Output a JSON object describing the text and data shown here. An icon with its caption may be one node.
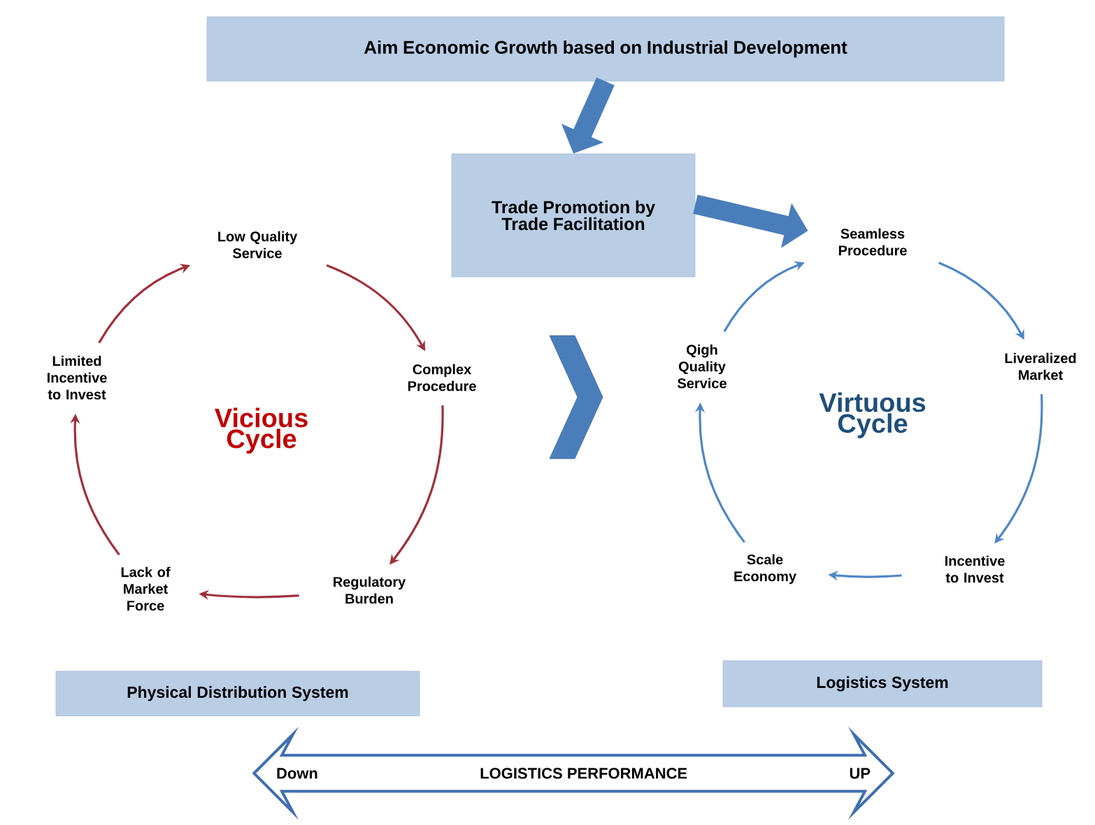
{
  "diagram": {
    "nodes": [
      {
        "text": [
          "Aim Economic Growth based on Industrial Development"
        ]
      },
      {
        "text": [
          "Trade Promotion by Trade Facilitation"
        ]
      },
      {
        "text": [
          "Low Quality Service"
        ]
      },
      {
        "text": [
          "Complex Procedure"
        ]
      },
      {
        "text": [
          "Regulatory Burden"
        ]
      },
      {
        "text": [
          "Lack of Market Force"
        ]
      },
      {
        "text": [
          "Limited Incentive to Invest"
        ]
      },
      {
        "text": [
          "Qigh Quality Service"
        ]
      },
      {
        "text": [
          "Seamless Procedure"
        ]
      },
      {
        "text": [
          "Liveralized Market"
        ]
      },
      {
        "text": [
          "Incentive to Invest"
        ]
      },
      {
        "text": [
          "Scale Economy"
        ]
      },
      {
        "text": [
          "Physical Distribution System"
        ]
      },
      {
        "text": [
          "Logistics System"
        ]
      },
      {
        "text": [
          "Down",
          "LOGISTICS PERFORMANCE",
          "UP"
        ]
      }
    ],
    "edges": [
      {
        "from": 0,
        "to": 1,
        "arrow": "to",
        "style": "thick",
        "color": "#4a7ebb"
      },
      {
        "from": 1,
        "to": 8,
        "arrow": "to",
        "style": "thick",
        "color": "#4a7ebb"
      },
      {
        "from": 3,
        "to": 7,
        "arrow": "to",
        "style": "thick",
        "color": "#4a7ebb"
      },
      {
        "from": 2,
        "to": 3,
        "arrow": "to",
        "color": "#a0303a"
      },
      {
        "from": 3,
        "to": 4,
        "arrow": "to",
        "color": "#a0303a"
      },
      {
        "from": 4,
        "to": 5,
        "arrow": "to",
        "color": "#a0303a"
      },
      {
        "from": 5,
        "to": 6,
        "arrow": "to",
        "color": "#a0303a"
      },
      {
        "from": 6,
        "to": 2,
        "arrow": "to",
        "color": "#a0303a"
      },
      {
        "from": 7,
        "to": 8,
        "arrow": "to",
        "color": "#4f86c6"
      },
      {
        "from": 8,
        "to": 9,
        "arrow": "to",
        "color": "#4f86c6"
      },
      {
        "from": 9,
        "to": 10,
        "arrow": "to",
        "color": "#4f86c6"
      },
      {
        "from": 10,
        "to": 11,
        "arrow": "to",
        "color": "#4f86c6"
      },
      {
        "from": 11,
        "to": 7,
        "arrow": "to",
        "color": "#4f86c6"
      }
    ],
    "labels": [
      "Vicious Cycle",
      "Virtuous Cycle"
    ]
  }
}
